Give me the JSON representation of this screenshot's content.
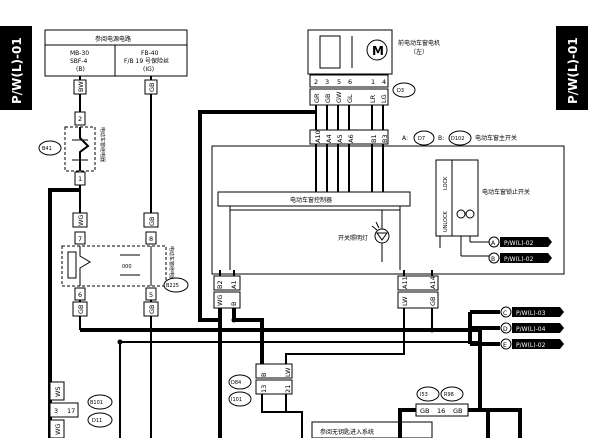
{
  "sidebar": {
    "left_label": "P/W(L)-01",
    "right_label": "P/W(L)-01"
  },
  "ref_circuit": {
    "title": "参阅电源电路",
    "left_fuse": "MB-30",
    "left_fuse2": "SBF-4",
    "left_fuse3": "(B)",
    "right_fuse": "FB-40",
    "right_fuse2": "F/B 19 号保险丝",
    "right_fuse3": "(IG)"
  },
  "wire_colors": {
    "bw": "BW",
    "gb": "GB",
    "wg": "WG",
    "wg2": "WG",
    "gb2": "GB",
    "gb3": "GB",
    "gb4": "GB",
    "ws": "WS",
    "wg3": "WG"
  },
  "connectors": {
    "b41": "B41",
    "b225": "B225",
    "b101": "B101",
    "d11": "D11",
    "d3": "D3",
    "d7": "D7",
    "d102": "D102",
    "d84": "D84",
    "i101": "I101",
    "i53": "I53",
    "r98": "R98",
    "conn_a": "A:",
    "conn_b": "B:"
  },
  "labels": {
    "relay_b41": "电动车窗继电器",
    "relay_b225": "电动车窗继电器",
    "motor": "前电动车窗电机",
    "motor_side": "（左）",
    "main_switch": "电动车窗主开关",
    "controller": "电动车窗控制器",
    "lamp": "开关照明灯",
    "lock_switch": "电动车窗锁止开关",
    "lock": "LOCK",
    "unlock": "UNLOCK",
    "keyless": "参阅无钥匙进入系统"
  },
  "motor_pins": [
    "2",
    "3",
    "5",
    "6",
    "1",
    "4"
  ],
  "motor_wires": [
    "GR",
    "GB",
    "GW",
    "GL",
    "LR",
    "LG"
  ],
  "switch_pins": [
    "A10",
    "A4",
    "A5",
    "A6",
    "B1",
    "B3"
  ],
  "controller_pins": [
    "B2",
    "A1",
    "A11",
    "A14"
  ],
  "controller_wires": [
    "WG",
    "B",
    "LW",
    "GB"
  ],
  "relay_pins": {
    "b41_top": "2",
    "b41_bot": "1",
    "b225_top": "7",
    "b225_top2": "8",
    "b225_bot": "6",
    "b225_bot2": "5"
  },
  "d84_pins": [
    "13",
    "21"
  ],
  "d84_wires": [
    "B",
    "LW"
  ],
  "b101_pins": [
    "3",
    "17"
  ],
  "gb_pin": "16",
  "ref_links": [
    {
      "letter": "A",
      "page": "P/W(L)-02"
    },
    {
      "letter": "B",
      "page": "P/W(L)-02"
    },
    {
      "letter": "C",
      "page": "P/W(L)-03"
    },
    {
      "letter": "D",
      "page": "P/W(L)-04"
    },
    {
      "letter": "E",
      "page": "P/W(L)-02"
    }
  ],
  "colors": {
    "line": "#000000",
    "sidebar_bg": "#000000",
    "sidebar_fg": "#ffffff"
  }
}
